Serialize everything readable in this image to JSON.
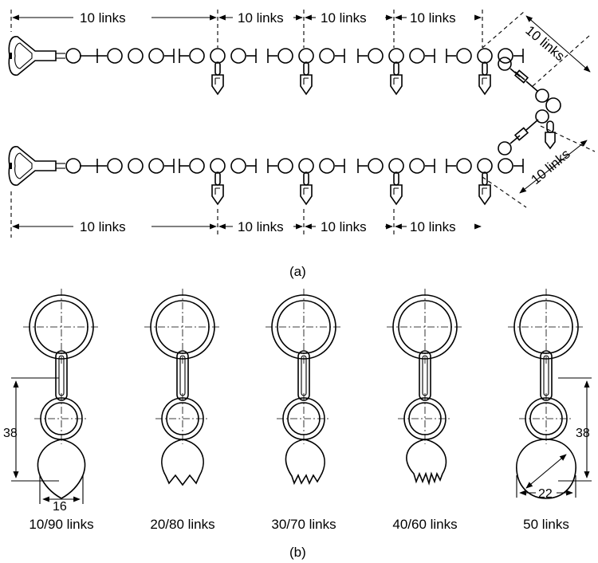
{
  "part_a": {
    "top_labels": [
      "10  links",
      "10  links",
      "10  links",
      "10  links"
    ],
    "diag_labels": [
      "10 links",
      "10 links"
    ],
    "bottom_labels": [
      "10  links",
      "10  links",
      "10  links",
      "10  links"
    ],
    "caption": "(a)"
  },
  "part_b": {
    "variants": [
      "10/90 links",
      "20/80 links",
      "30/70 links",
      "40/60 links",
      "50 links"
    ],
    "dims": {
      "height_left": "38",
      "width_left": "16",
      "height_right": "38",
      "width_right": "22"
    },
    "caption": "(b)"
  },
  "colors": {
    "ink": "#000000",
    "paper": "#ffffff"
  }
}
